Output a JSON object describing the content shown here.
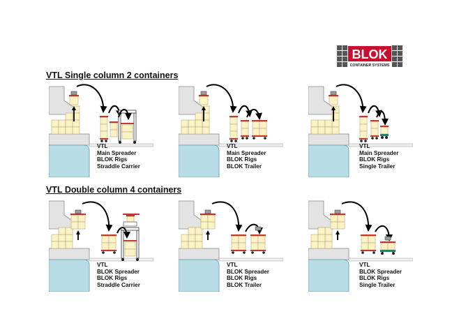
{
  "logo": {
    "brand": "BLOK",
    "tagline": "CONTAINER SYSTEMS",
    "brand_color": "#c8102e"
  },
  "sections": [
    {
      "title": "VTL Single column 2 containers",
      "panels": [
        {
          "lines": [
            "VTL",
            "Main Spreader",
            "BLOK Rigs",
            "Straddle Carrier"
          ],
          "vehicle": "straddle-carrier"
        },
        {
          "lines": [
            "VTL",
            "Main Spreader",
            "BLOK Rigs",
            "BLOK Trailer"
          ],
          "vehicle": "blok-trailer"
        },
        {
          "lines": [
            "VTL",
            "Main Spreader",
            "BLOK Rigs",
            "Single Trailer"
          ],
          "vehicle": "single-trailer"
        }
      ]
    },
    {
      "title": "VTL Double column 4 containers",
      "panels": [
        {
          "lines": [
            "VTL",
            "BLOK Spreader",
            "BLOK Rigs",
            "Straddle Carrier"
          ],
          "vehicle": "straddle-carrier"
        },
        {
          "lines": [
            "VTL",
            "BLOK Spreader",
            "BLOK Rigs",
            "BLOK Trailer"
          ],
          "vehicle": "blok-trailer"
        },
        {
          "lines": [
            "VTL",
            "BLOK Spreader",
            "BLOK Rigs",
            "Single Trailer"
          ],
          "vehicle": "single-trailer"
        }
      ]
    }
  ],
  "colors": {
    "container": "#fbf2c6",
    "container_stroke": "#b5a979",
    "ship": "#e3e3e3",
    "ship_stroke": "#8a8a8a",
    "water": "#b9dde6",
    "water_stroke": "#5f9bb0",
    "quay": "#f0f0f0",
    "spreader": "#c0392b",
    "trailer": "#2e7d6b"
  }
}
